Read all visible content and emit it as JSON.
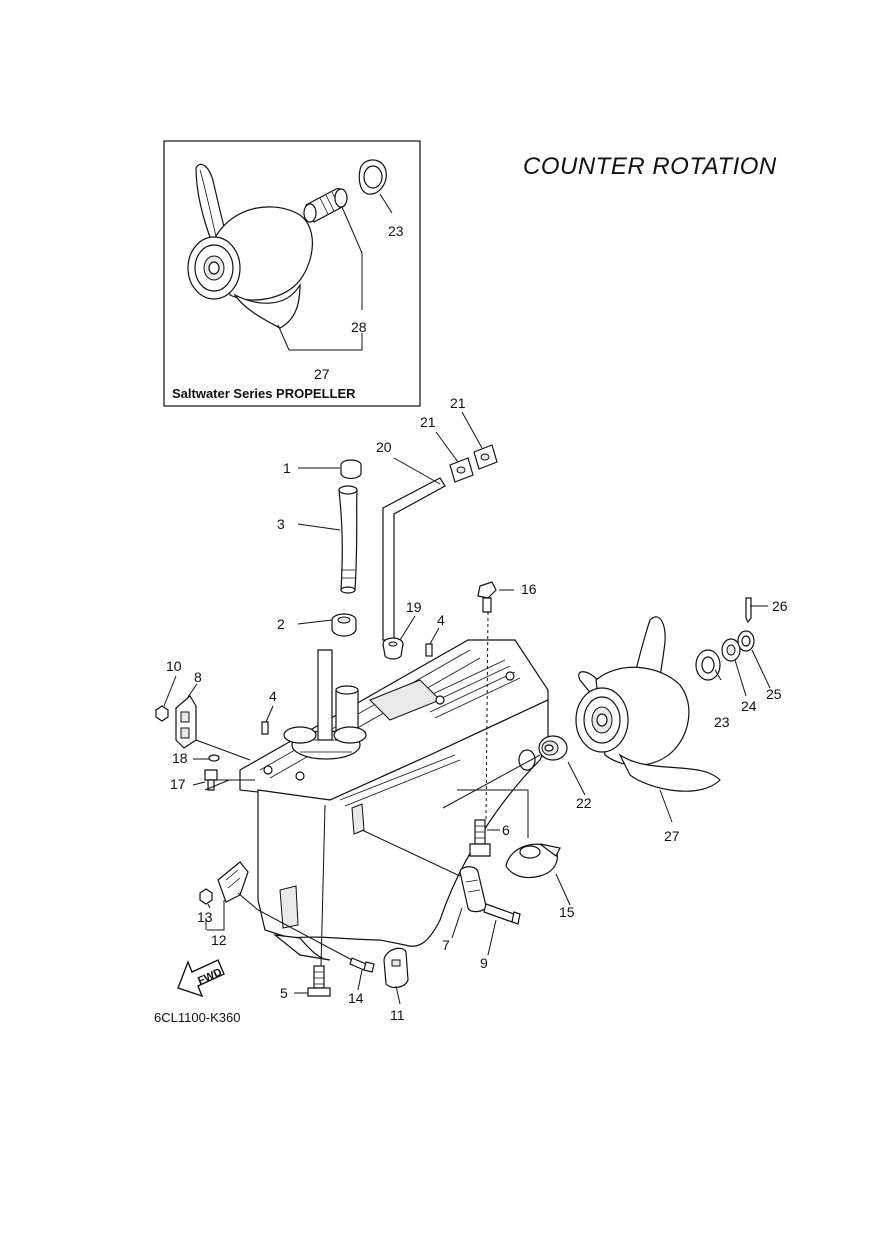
{
  "title": "COUNTER ROTATION",
  "inset": {
    "caption": "Saltwater Series PROPELLER",
    "labels": [
      "23",
      "28",
      "27"
    ]
  },
  "callouts": {
    "p1": "1",
    "p2": "2",
    "p3": "3",
    "p4a": "4",
    "p4b": "4",
    "p5": "5",
    "p6": "6",
    "p7": "7",
    "p8": "8",
    "p9": "9",
    "p10": "10",
    "p11": "11",
    "p12": "12",
    "p13": "13",
    "p14": "14",
    "p15": "15",
    "p16": "16",
    "p17": "17",
    "p18": "18",
    "p19": "19",
    "p20": "20",
    "p21a": "21",
    "p21b": "21",
    "p22": "22",
    "p23": "23",
    "p24": "24",
    "p25": "25",
    "p26": "26",
    "p27": "27"
  },
  "fwd_arrow": "FWD",
  "diagram_code": "6CL1100-K360"
}
